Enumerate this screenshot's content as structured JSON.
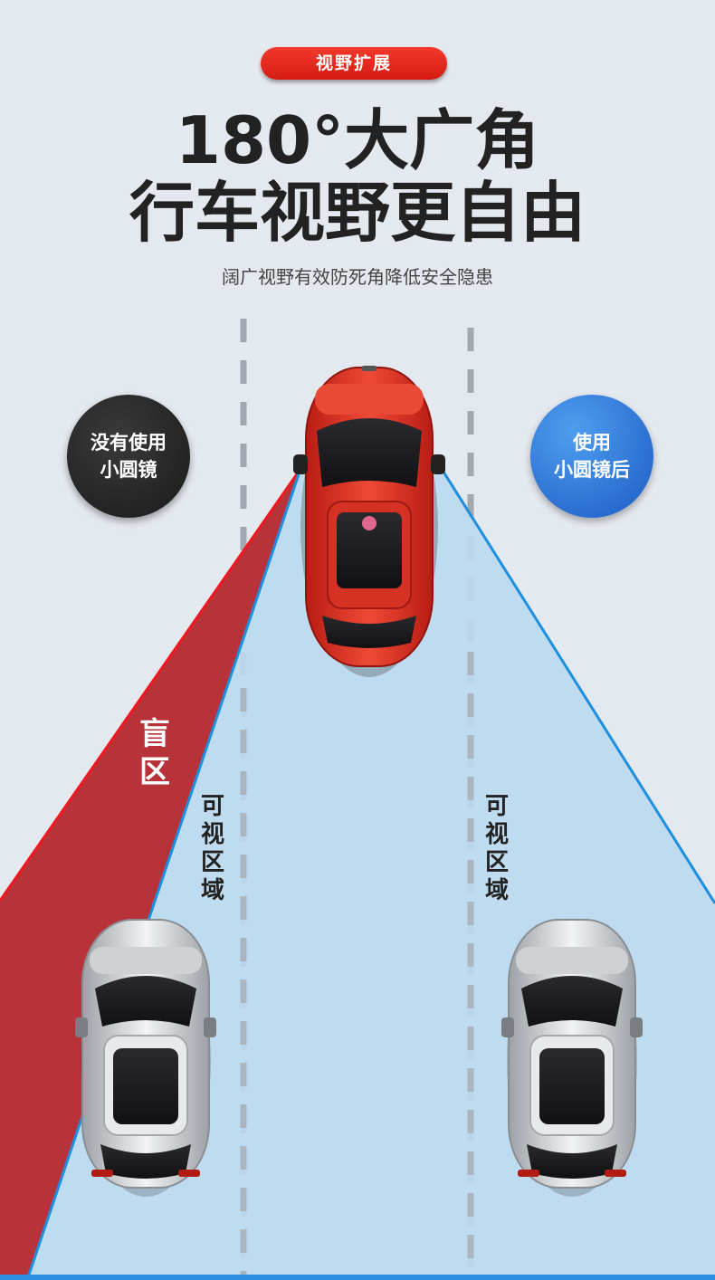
{
  "badge": {
    "label": "视野扩展"
  },
  "headline": {
    "line1": "180°大广角",
    "line2": "行车视野更自由"
  },
  "subtitle": "阔广视野有效防死角降低安全隐患",
  "left_circle": {
    "line1": "没有使用",
    "line2": "小圆镜"
  },
  "right_circle": {
    "line1": "使用",
    "line2": "小圆镜后"
  },
  "blind_zone": {
    "chars": [
      "盲",
      "区"
    ]
  },
  "visible_zone_left": {
    "chars": [
      "可",
      "视",
      "区",
      "域"
    ]
  },
  "visible_zone_right": {
    "chars": [
      "可",
      "视",
      "区",
      "域"
    ]
  },
  "icons": {
    "main_car": "red-suv-top-view-icon",
    "rear_car": "silver-suv-top-view-icon"
  },
  "colors": {
    "background": "#e4e8ef",
    "badge": "#e02a1e",
    "blind_zone": "#b8323a",
    "visible_zone": "#bcd9ef",
    "blue_line": "#1d8fdf",
    "red_car": "#e0392b",
    "silver_car": "#d9dbde"
  }
}
